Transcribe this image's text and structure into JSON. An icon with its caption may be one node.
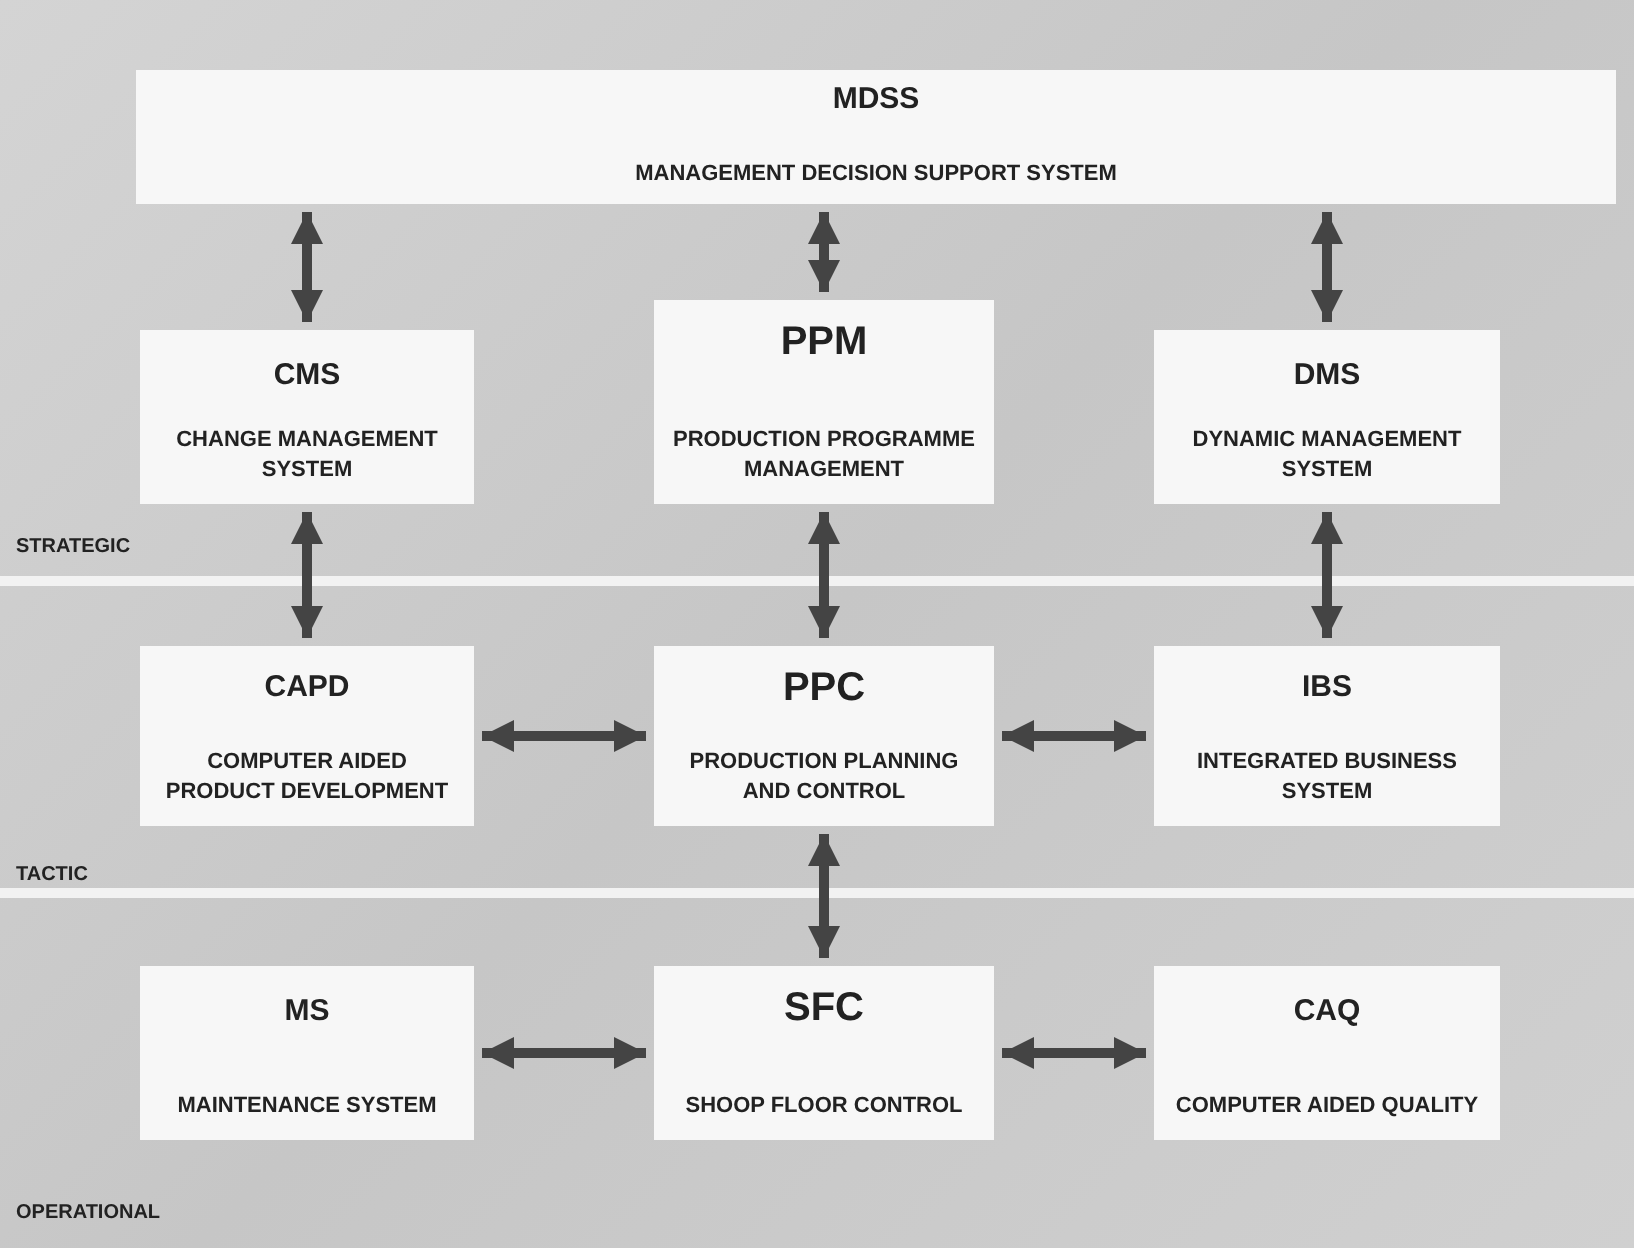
{
  "diagram": {
    "nodes": [
      {
        "text": [
          "MDSS",
          "MANAGEMENT DECISION SUPPORT SYSTEM"
        ]
      },
      {
        "text": [
          "CMS",
          "CHANGE MANAGEMENT SYSTEM"
        ]
      },
      {
        "text": [
          "PPM",
          "PRODUCTION PROGRAMME MANAGEMENT"
        ]
      },
      {
        "text": [
          "DMS",
          "DYNAMIC MANAGEMENT SYSTEM"
        ]
      },
      {
        "text": [
          "CAPD",
          "COMPUTER AIDED PRODUCT DEVELOPMENT"
        ]
      },
      {
        "text": [
          "PPC",
          "PRODUCTION PLANNING AND CONTROL"
        ]
      },
      {
        "text": [
          "IBS",
          "INTEGRATED BUSINESS SYSTEM"
        ]
      },
      {
        "text": [
          "MS",
          "MAINTENANCE SYSTEM"
        ]
      },
      {
        "text": [
          "SFC",
          "SHOOP FLOOR CONTROL"
        ]
      },
      {
        "text": [
          "CAQ",
          "COMPUTER AIDED QUALITY"
        ]
      }
    ],
    "edges": [
      {
        "from": 0,
        "to": 1,
        "arrow": "both"
      },
      {
        "from": 0,
        "to": 2,
        "arrow": "both"
      },
      {
        "from": 0,
        "to": 3,
        "arrow": "both"
      },
      {
        "from": 1,
        "to": 4,
        "arrow": "both"
      },
      {
        "from": 2,
        "to": 5,
        "arrow": "both"
      },
      {
        "from": 3,
        "to": 6,
        "arrow": "both"
      },
      {
        "from": 4,
        "to": 5,
        "arrow": "both"
      },
      {
        "from": 5,
        "to": 6,
        "arrow": "both"
      },
      {
        "from": 5,
        "to": 8,
        "arrow": "both"
      },
      {
        "from": 7,
        "to": 8,
        "arrow": "both"
      },
      {
        "from": 8,
        "to": 9,
        "arrow": "both"
      }
    ],
    "labels": [
      "STRATEGIC",
      "TACTIC",
      "OPERATIONAL"
    ]
  }
}
